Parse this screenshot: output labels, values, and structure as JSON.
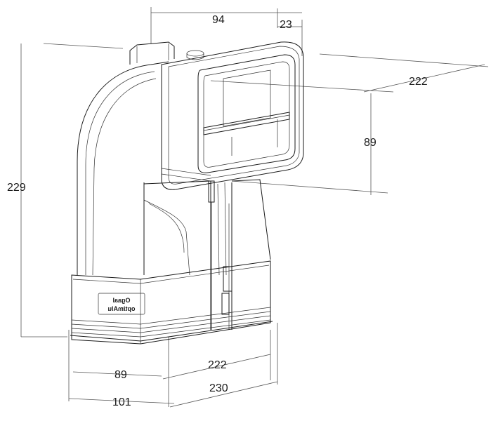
{
  "dimensions": {
    "top_width": "94",
    "top_offset": "23",
    "outlet_length": "222",
    "outlet_height": "89",
    "total_height": "229",
    "base_depth_upper": "89",
    "base_length_upper": "222",
    "base_depth_lower": "101",
    "base_length_lower": "230"
  },
  "brand": {
    "line1": "Ogaal",
    "line2": "optimAlu"
  }
}
